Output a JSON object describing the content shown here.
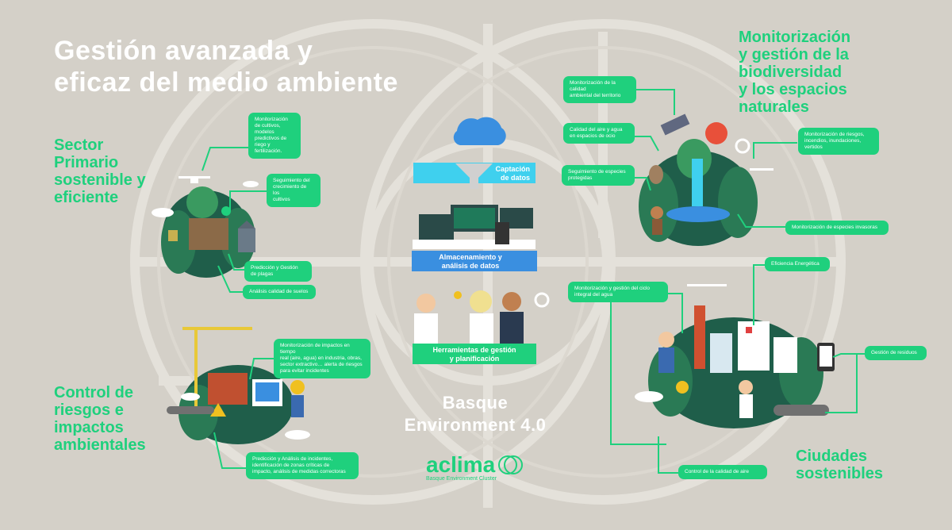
{
  "title": {
    "line1": "Gestión avanzada y",
    "line2": "eficaz del medio ambiente"
  },
  "sections": {
    "primario": {
      "lines": [
        "Sector",
        "Primario",
        "sostenible y",
        "eficiente"
      ]
    },
    "riesgos": {
      "lines": [
        "Control de",
        "riesgos e",
        "impactos",
        "ambientales"
      ]
    },
    "biodiversidad": {
      "lines": [
        "Monitorización",
        "y gestión de la",
        "biodiversidad",
        "y los espacios",
        "naturales"
      ]
    },
    "ciudades": {
      "lines": [
        "Ciudades",
        "sostenibles"
      ]
    }
  },
  "center": {
    "captacion": [
      "Captación",
      "de datos"
    ],
    "almacenamiento": [
      "Almacenamiento y",
      "análisis de datos"
    ],
    "herramientas": [
      "Herramientas de gestión",
      "y planificación"
    ],
    "basque": [
      "Basque",
      "Environment 4.0"
    ],
    "logo": "aclima",
    "logo_sub": "Basque Environment Cluster"
  },
  "labels": {
    "p1": [
      "Monitorización",
      "de cultivos,",
      "modelos",
      "predictivos de",
      "riego y",
      "fertilización."
    ],
    "p2": [
      "Seguimiento del",
      "crecimiento de los",
      "cultivos"
    ],
    "p3": [
      "Predicción y Gestión",
      "de plagas"
    ],
    "p4": [
      "Análisis calidad de suelos"
    ],
    "r1": [
      "Monitorización de impactos en tiempo",
      "real (aire, agua) en industria, obras,",
      "sector extractivo… alerta de riesgos",
      "para evitar incidentes"
    ],
    "r2": [
      "Predicción y Análisis de incidentes,",
      "identificación de zonas críticas de",
      "impacto, análisis de medidas correctoras"
    ],
    "b1": [
      "Monitorización de la calidad",
      "ambiental del territorio"
    ],
    "b2": [
      "Calidad del aire y agua",
      "en espacios de ocio"
    ],
    "b3": [
      "Seguimiento de especies",
      "protegidas"
    ],
    "b4": [
      "Monitorización de riesgos,",
      "incendios, inundaciones,",
      "vertidos"
    ],
    "b5": [
      "Monitorización de especies invasoras"
    ],
    "c1": [
      "Eficiencia Energética"
    ],
    "c2": [
      "Monitorización y gestión del ciclo",
      "integral del agua"
    ],
    "c3": [
      "Gestión de residuos"
    ],
    "c4": [
      "Control de la calidad de aire"
    ]
  },
  "colors": {
    "background": "#d4d0c8",
    "green": "#1fd07d",
    "blue": "#3a8fe0",
    "cyan": "#3fd0ee",
    "dark_green": "#1f5e4a"
  }
}
